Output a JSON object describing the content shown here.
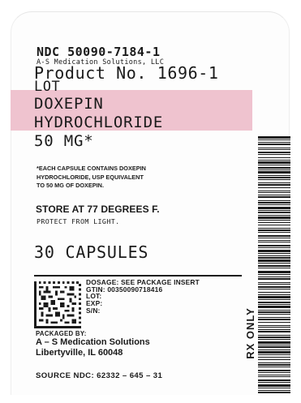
{
  "label": {
    "ndc": "NDC 50090-7184-1",
    "company_small": "A-S Medication Solutions, LLC",
    "product_no": "Product No. 1696-1",
    "lot": "LOT",
    "drug_line1": "DOXEPIN",
    "drug_line2": "HYDROCHLORIDE",
    "strength": "50 MG*",
    "composition_lines": [
      "*EACH CAPSULE CONTAINS DOXEPIN",
      "HYDROCHLORIDE, USP EQUIVALENT",
      "TO 50 MG OF DOXEPIN."
    ],
    "storage": "STORE AT 77 DEGREES F.",
    "protect": "PROTECT FROM LIGHT.",
    "count": "30 CAPSULES",
    "info_lines": [
      "DOSAGE: SEE PACKAGE INSERT",
      "GTIN: 00350090718416",
      "LOT:",
      "EXP:",
      "S/N:"
    ],
    "packaged_by_label": "PACKAGED BY:",
    "packager_name": "A – S Medication Solutions",
    "packager_address": "Libertyville, IL  60048",
    "source_ndc": "SOURCE NDC: 62332 – 645 – 31",
    "rx_only": "RX ONLY"
  },
  "colors": {
    "text": "#1a1a1a",
    "highlight_band": "#efc3cf",
    "label_background": "#fdfdfd"
  },
  "icons": {
    "datamatrix": "datamatrix-code",
    "barcode": "linear-barcode"
  }
}
